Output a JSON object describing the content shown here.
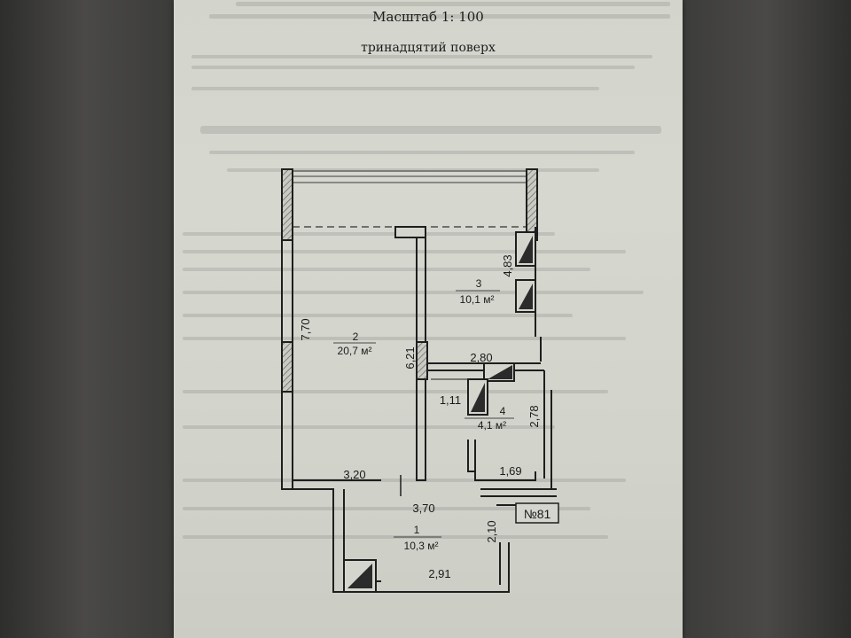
{
  "header": {
    "scale": "Масштаб 1: 100",
    "floor": "тринадцятий поверх"
  },
  "rooms": [
    {
      "number": "1",
      "area": "10,3 м²"
    },
    {
      "number": "2",
      "area": "20,7 м²"
    },
    {
      "number": "3",
      "area": "10,1 м²"
    },
    {
      "number": "4",
      "area": "4,1 м²"
    }
  ],
  "dimensions": {
    "room2_height": "7,70",
    "partition_height": "6,21",
    "room3_height": "4,83",
    "corridor_width": "3,20",
    "room1_top_width": "3,70",
    "room1_bottom_width": "2,91",
    "room1_right_height": "2,10",
    "room4_top_width": "2,80",
    "room4_door_width": "1,11",
    "room4_height": "2,78",
    "room4_bottom_width": "1,69"
  },
  "apartment_label": "№81",
  "colors": {
    "wall": "#1e1e1e",
    "hatch": "#777777",
    "paper": "#d4d6ce"
  }
}
